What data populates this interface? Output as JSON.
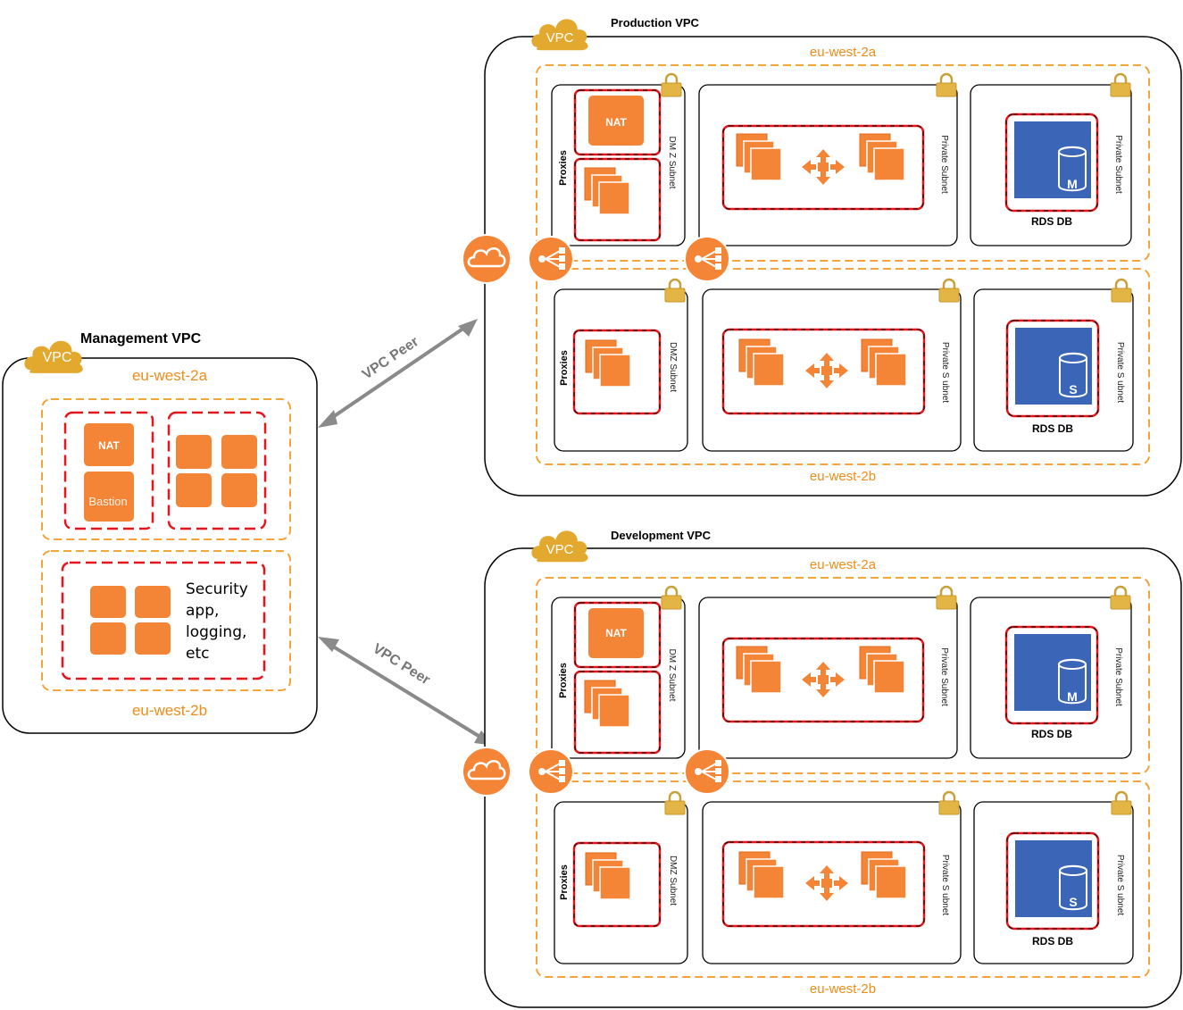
{
  "management": {
    "badge": "VPC",
    "title": "Management VPC",
    "az_a": "eu-west-2a",
    "az_b": "eu-west-2b",
    "nat_label": "NAT",
    "bastion_label": "Bastion",
    "security_lines": [
      "Security",
      "app,",
      "logging,",
      "etc"
    ]
  },
  "peers": {
    "top": "VPC Peer",
    "bottom": "VPC Peer"
  },
  "production": {
    "badge": "VPC",
    "title": "Production VPC",
    "az_a": "eu-west-2a",
    "az_b": "eu-west-2b",
    "proxies": "Proxies",
    "nat_label": "NAT",
    "dmz_a": "DM Z Subnet",
    "dmz_b": "DMZ Subnet",
    "private_a1": "Private Subnet",
    "private_a2": "Private Subnet",
    "private_b1": "Private S ubnet",
    "private_b2": "Private S ubnet",
    "rds_a": "RDS DB",
    "rds_b": "RDS DB",
    "db_a_letter": "M",
    "db_b_letter": "S"
  },
  "development": {
    "badge": "VPC",
    "title": "Development VPC",
    "az_a": "eu-west-2a",
    "az_b": "eu-west-2b",
    "proxies": "Proxies",
    "nat_label": "NAT",
    "dmz_a": "DM Z Subnet",
    "dmz_b": "DMZ Subnet",
    "private_a1": "Private Subnet",
    "private_a2": "Private Subnet",
    "private_b1": "Private S ubnet",
    "private_b2": "Private S ubnet",
    "rds_a": "RDS DB",
    "rds_b": "RDS DB",
    "db_a_letter": "M",
    "db_b_letter": "S"
  },
  "colors": {
    "orange": "#f58536",
    "az_border": "#f5a33a",
    "az_text": "#f08c19",
    "security_group": "#e8141c",
    "badge": "#e3a92f",
    "rds": "#3b66b7",
    "arrow": "#8a8a8a"
  }
}
